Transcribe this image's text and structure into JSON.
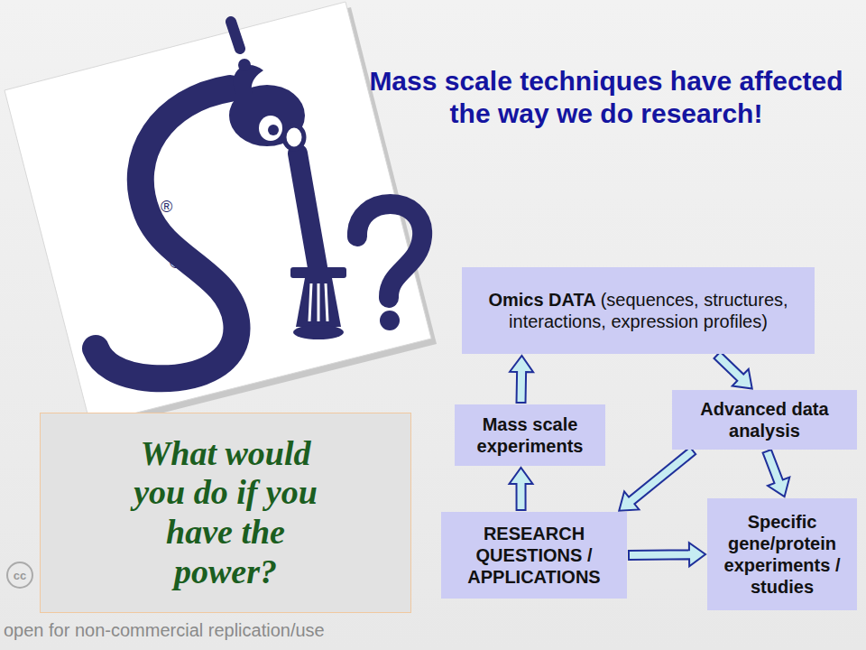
{
  "diagram": {
    "title": "Mass scale techniques have affected the way we do research!",
    "nodes": [
      {
        "text": [
          "Omics DATA",
          "(sequences, structures, interactions, expression profiles)"
        ]
      },
      {
        "text": [
          "Mass scale experiments"
        ]
      },
      {
        "text": [
          "Advanced data analysis"
        ]
      },
      {
        "text": [
          "RESEARCH QUESTIONS / APPLICATIONS"
        ]
      },
      {
        "text": [
          "Specific gene/protein experiments / studies"
        ]
      },
      {
        "text": [
          "What would you do if you have the power?"
        ]
      }
    ],
    "edges": [
      {
        "from": 3,
        "to": 1,
        "arrow": "to"
      },
      {
        "from": 1,
        "to": 0,
        "arrow": "to"
      },
      {
        "from": 0,
        "to": 2,
        "arrow": "to"
      },
      {
        "from": 2,
        "to": 3,
        "arrow": "to"
      },
      {
        "from": 2,
        "to": 4,
        "arrow": "to"
      },
      {
        "from": 3,
        "to": 4,
        "arrow": "to"
      }
    ],
    "labels": [
      "®",
      "©",
      "cc",
      "open for non-commercial replication/use"
    ]
  }
}
